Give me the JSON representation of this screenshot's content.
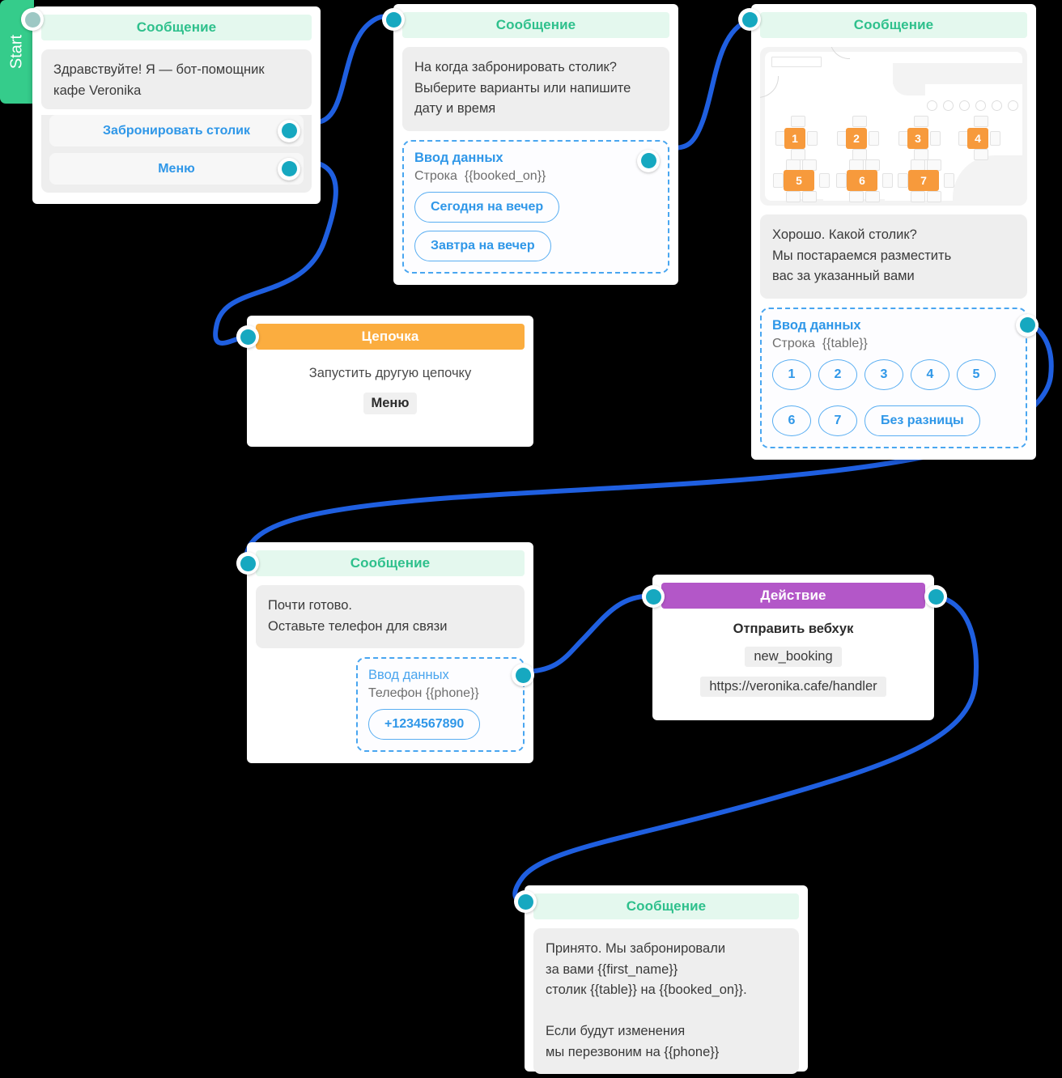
{
  "start": {
    "label": "Start"
  },
  "labels": {
    "message": "Сообщение",
    "chain": "Цепочка",
    "action": "Действие",
    "data_entry": "Ввод данных",
    "type_string": "Строка",
    "type_phone": "Телефон"
  },
  "colors": {
    "message_header_bg": "#e4f8ee",
    "message_header_text": "#2ec08c",
    "chain_header_bg": "#fbad3f",
    "action_header_bg": "#b357c8",
    "connector": "#1f5fe0",
    "node": "#16a8c0",
    "accent_blue": "#2f97e8",
    "start_green": "#35cc8b",
    "table_orange": "#f79a3c"
  },
  "nodes": {
    "greeting": {
      "header": "Сообщение",
      "text": "Здравствуйте! Я  — бот-помощник\nкафе Veronika",
      "buttons": [
        {
          "label": "Забронировать столик"
        },
        {
          "label": "Меню"
        }
      ]
    },
    "ask_date": {
      "header": "Сообщение",
      "text": "На когда забронировать столик?\nВыберите варианты или напишите\nдату и время",
      "entry": {
        "title": "Ввод данных",
        "type": "Строка",
        "variable": "{{booked_on}}",
        "options": [
          "Сегодня на вечер",
          "Завтра на вечер"
        ]
      }
    },
    "ask_table": {
      "header": "Сообщение",
      "text": "Хорошо. Какой столик?\nМы постараемся разместить\nвас за указанный вами",
      "floorplan": {
        "tables": [
          "1",
          "2",
          "3",
          "4",
          "5",
          "6",
          "7"
        ],
        "bar_seats": 6
      },
      "entry": {
        "title": "Ввод данных",
        "type": "Строка",
        "variable": "{{table}}",
        "options": [
          "1",
          "2",
          "3",
          "4",
          "5",
          "6",
          "7",
          "Без разницы"
        ]
      }
    },
    "chain": {
      "header": "Цепочка",
      "text": "Запустить другую цепочку",
      "chip": "Меню"
    },
    "ask_phone": {
      "header": "Сообщение",
      "text": "Почти готово.\nОставьте телефон для связи",
      "entry": {
        "title": "Ввод данных",
        "type": "Телефон",
        "variable": "{{phone}}",
        "options": [
          "+1234567890"
        ]
      }
    },
    "webhook": {
      "header": "Действие",
      "title": "Отправить вебхук",
      "event": "new_booking",
      "url": "https://veronika.cafe/handler"
    },
    "confirmation": {
      "header": "Сообщение",
      "text": "Принято. Мы забронировали\nза вами {{first_name}}\nстолик  {{table}}  на  {{booked_on}}.\n\nЕсли будут изменения\nмы перезвоним на  {{phone}}"
    }
  }
}
